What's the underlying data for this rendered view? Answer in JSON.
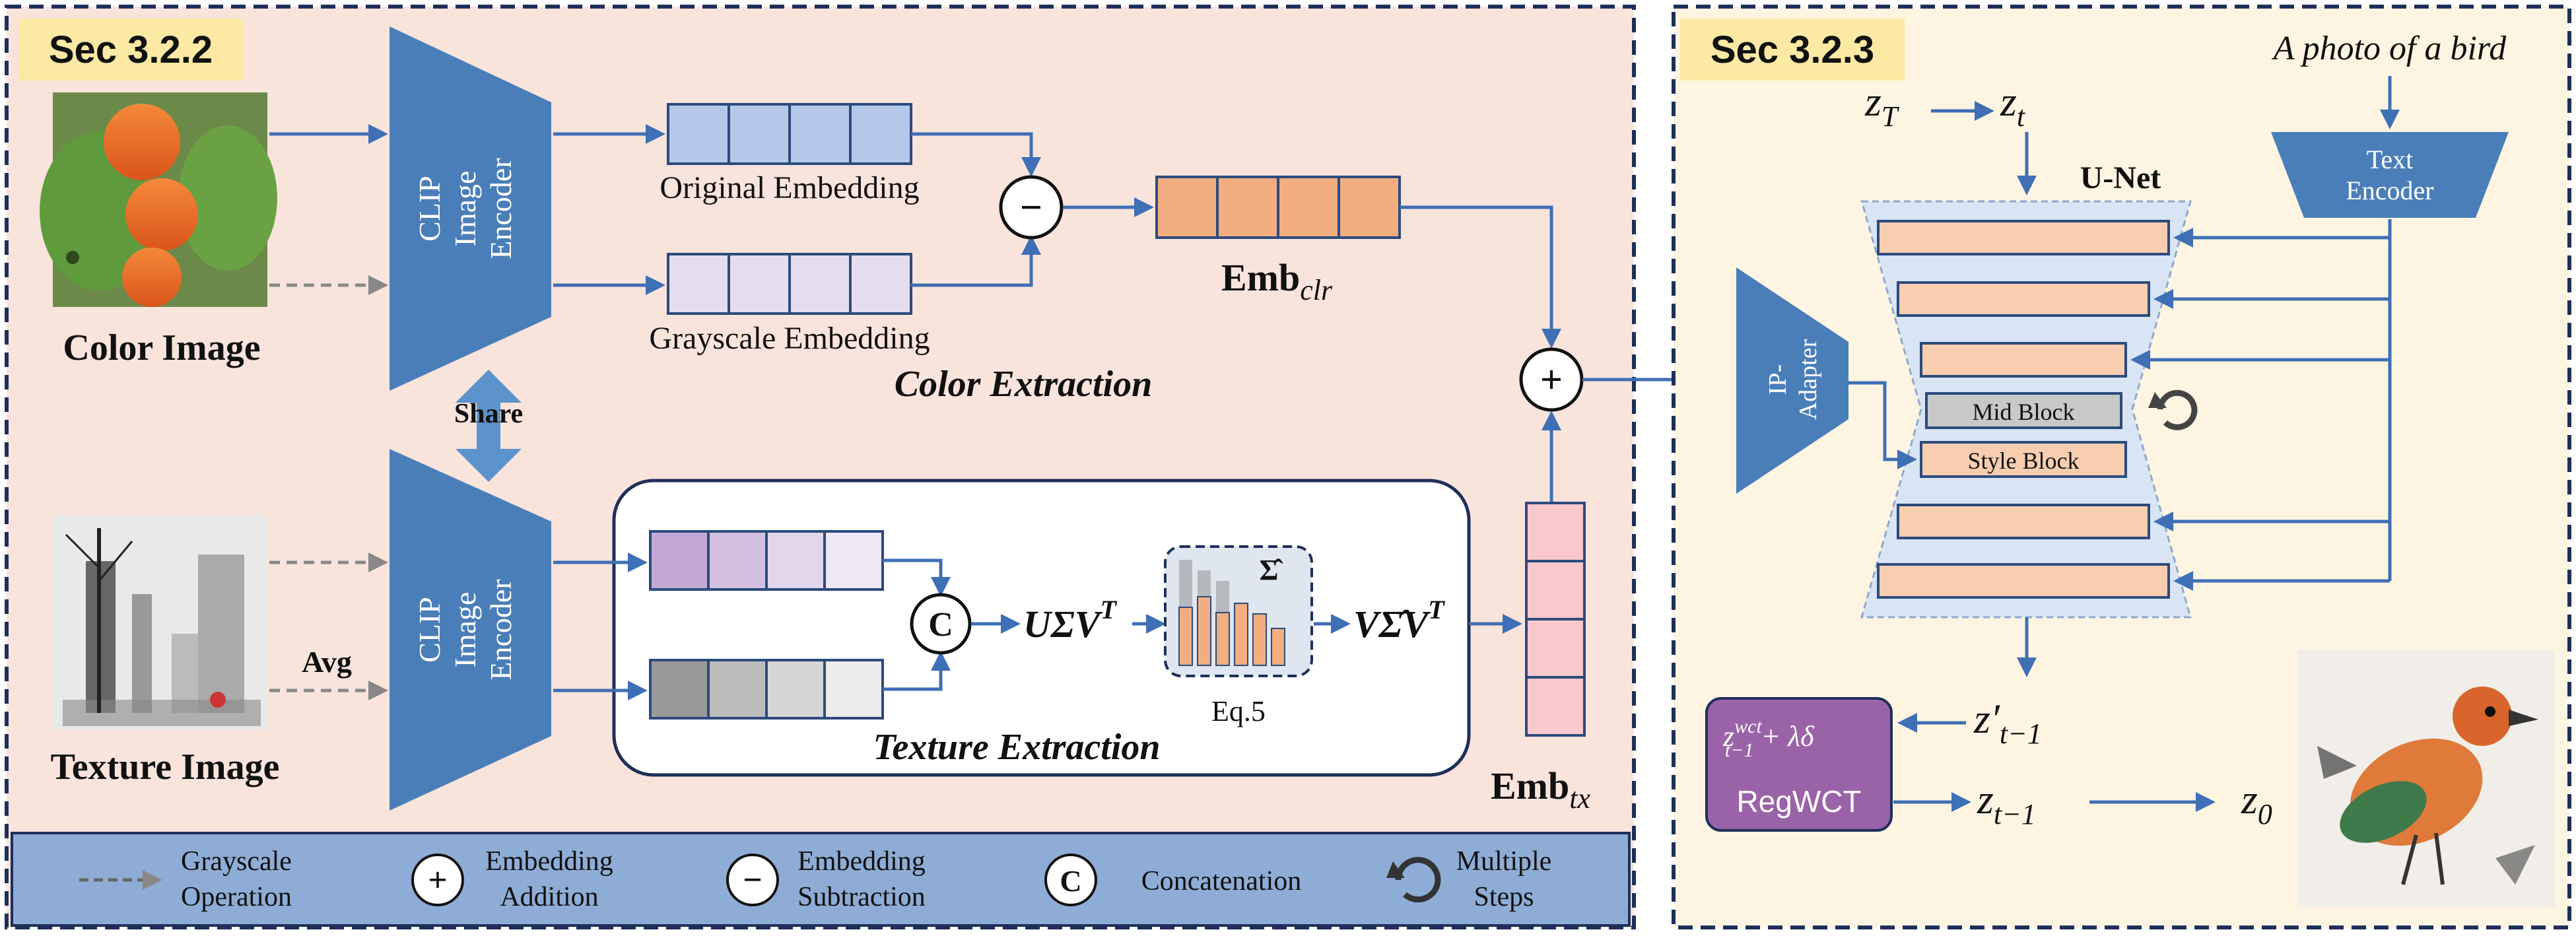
{
  "sec_left": {
    "label": "Sec 3.2.2",
    "color_image_label": "Color Image",
    "texture_image_label": "Texture Image",
    "encoder_label_lines": [
      "CLIP",
      "Image",
      "Encoder"
    ],
    "share_label": "Share",
    "avg_label": "Avg",
    "original_embedding_label": "Original Embedding",
    "grayscale_embedding_label": "Grayscale Embedding",
    "subtract_symbol": "−",
    "emb_clr_main": "Emb",
    "emb_clr_sub": "clr",
    "color_extraction_label": "Color Extraction",
    "concat_symbol": "C",
    "usv_main": "UΣV",
    "usv_sup": "T",
    "sigma_hat_label": "Σ̂",
    "eq_label": "Eq.5",
    "vsv_main": "VΣ̂V",
    "vsv_sup": "T",
    "texture_extraction_label": "Texture Extraction",
    "add_symbol": "+",
    "emb_tx_main": "Emb",
    "emb_tx_sub": "tx"
  },
  "sec_right": {
    "label": "Sec 3.2.3",
    "prompt_text": "A photo of a bird",
    "zT_main": "z",
    "zT_sub": "T",
    "zt_main": "z",
    "zt_sub": "t",
    "unet_label": "U-Net",
    "text_encoder_lines": [
      "Text",
      "Encoder"
    ],
    "ip_adapter_lines": [
      "IP-",
      "Adapter"
    ],
    "mid_block_label": "Mid Block",
    "style_block_label": "Style Block",
    "zprime_main": "z′",
    "zprime_sub": "t−1",
    "regwct_formula_main": "z",
    "regwct_formula_sup": "wct",
    "regwct_formula_sub": "t−1",
    "regwct_formula_rest": " + λδ",
    "regwct_label": "RegWCT",
    "ztm1_main": "z",
    "ztm1_sub": "t−1",
    "z0_main": "z",
    "z0_sub": "0"
  },
  "legend": {
    "items": [
      {
        "icon": "dashed-arrow-icon",
        "line1": "Grayscale",
        "line2": "Operation"
      },
      {
        "icon": "plus-circle-icon",
        "symbol": "+",
        "line1": "Embedding",
        "line2": "Addition"
      },
      {
        "icon": "minus-circle-icon",
        "symbol": "−",
        "line1": "Embedding",
        "line2": "Subtraction"
      },
      {
        "icon": "concat-circle-icon",
        "symbol": "C",
        "line1": "Concatenation",
        "line2": ""
      },
      {
        "icon": "refresh-icon",
        "line1": "Multiple",
        "line2": "Steps"
      }
    ]
  },
  "colors": {
    "left_panel_bg": "#f9e4dc",
    "right_panel_bg": "#fdf5e2",
    "section_tag_bg": "#fbe9a4",
    "encoder_blue": "#4a7eb8",
    "arrow_blue": "#3f6fb5",
    "legend_bg": "#8eadd6",
    "emb_orange": "#f2ae80",
    "emb_pink": "#f8c8cc",
    "block_peach": "#f8cdb0",
    "unet_bg": "#d9e5f4",
    "regwct_purple": "#9a63a8"
  }
}
